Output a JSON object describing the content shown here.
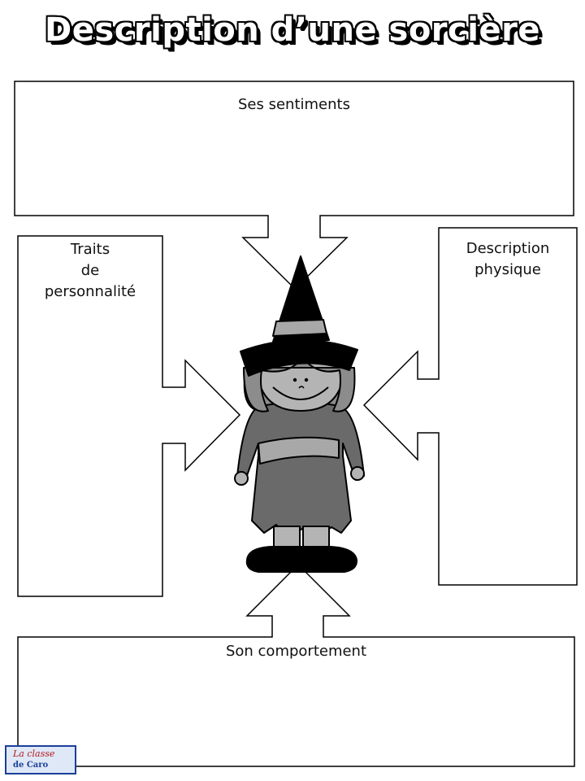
{
  "title": "Description d’une sorcière",
  "sections": {
    "top": "Ses sentiments",
    "left_lines": [
      "Traits",
      "de",
      "personnalité"
    ],
    "right_lines": [
      "Description",
      "physique"
    ],
    "bottom": "Son comportement"
  },
  "logo": {
    "line1": "La classe",
    "line2": "de Caro"
  }
}
